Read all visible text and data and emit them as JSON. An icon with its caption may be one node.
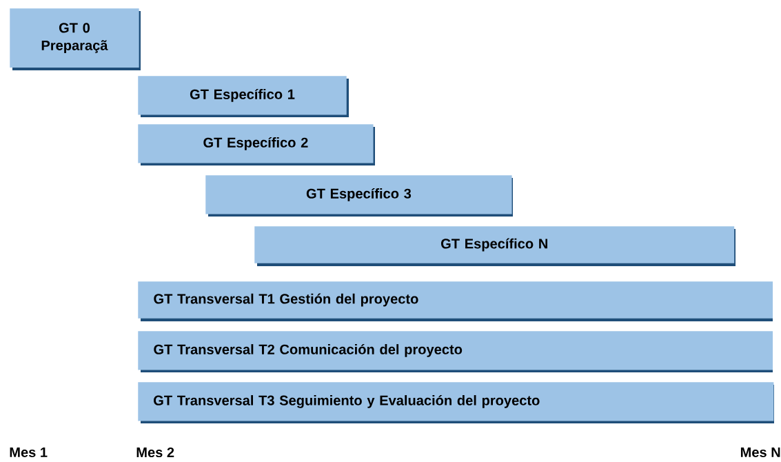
{
  "diagram": {
    "nodes": [
      {
        "text": [
          "GT 0 Preparaçã"
        ]
      },
      {
        "text": [
          "GT Específico 1"
        ]
      },
      {
        "text": [
          "GT Específico 2"
        ]
      },
      {
        "text": [
          "GT Específico 3"
        ]
      },
      {
        "text": [
          "GT Específico N"
        ]
      },
      {
        "text": [
          "GT Transversal T1 Gestión del proyecto"
        ]
      },
      {
        "text": [
          "GT Transversal T2 Comunicación del proyecto"
        ]
      },
      {
        "text": [
          "GT Transversal T3 Seguimiento y Evaluación del proyecto"
        ]
      }
    ],
    "labels": [
      "Mes 1",
      "Mes 2",
      "Mes N"
    ]
  }
}
